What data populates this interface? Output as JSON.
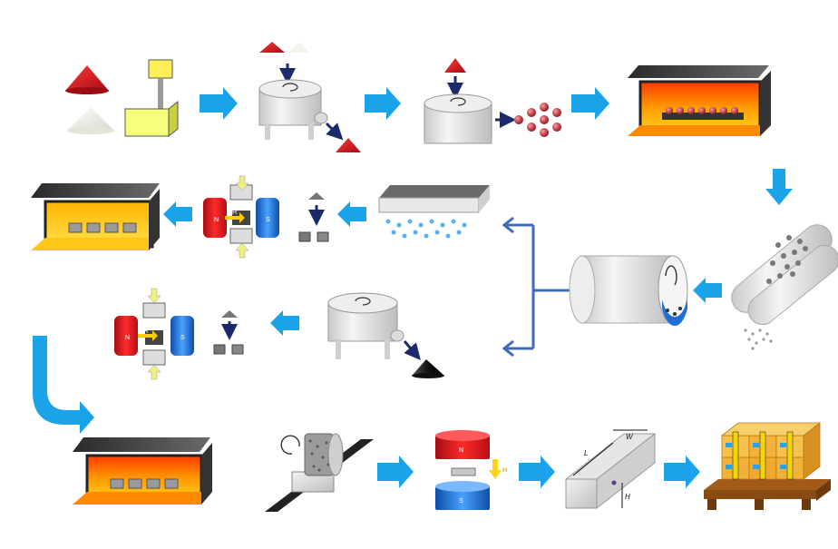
{
  "diagram": {
    "labels": {
      "magnet_n_top": "N",
      "magnet_s_top": "S",
      "field_h_top": "H",
      "magnet_n_mid": "N",
      "magnet_s_mid": "S",
      "field_h_mid": "H",
      "magnet_n_final": "N",
      "magnet_s_final": "S",
      "field_h_final": "H",
      "block_w": "W",
      "block_l": "L",
      "block_h": "H"
    },
    "colors": {
      "process_arrow": "#1aa3e8",
      "dark_arrow": "#1b2a6b",
      "branch_line": "#3f6db5",
      "powder_red": "#c0141c",
      "furnace_heat": "#ff9a00",
      "magnet_north": "#e0191f",
      "magnet_south": "#1e6fd8",
      "pallet_wood": "#8a4b12",
      "box_tape": "#f5d400"
    },
    "icons": [
      "powder-piles-icon",
      "weighing-scale-icon",
      "mixing-mill-icon",
      "pelletizer-icon",
      "melting-furnace-icon",
      "powder-spray-icon",
      "ball-mill-drum-icon",
      "jet-mill-icon",
      "magnetic-press-icon",
      "sintering-furnace-icon",
      "grinding-wheel-icon",
      "magnetizer-icon",
      "finished-block-icon",
      "shipping-pallet-icon"
    ]
  }
}
